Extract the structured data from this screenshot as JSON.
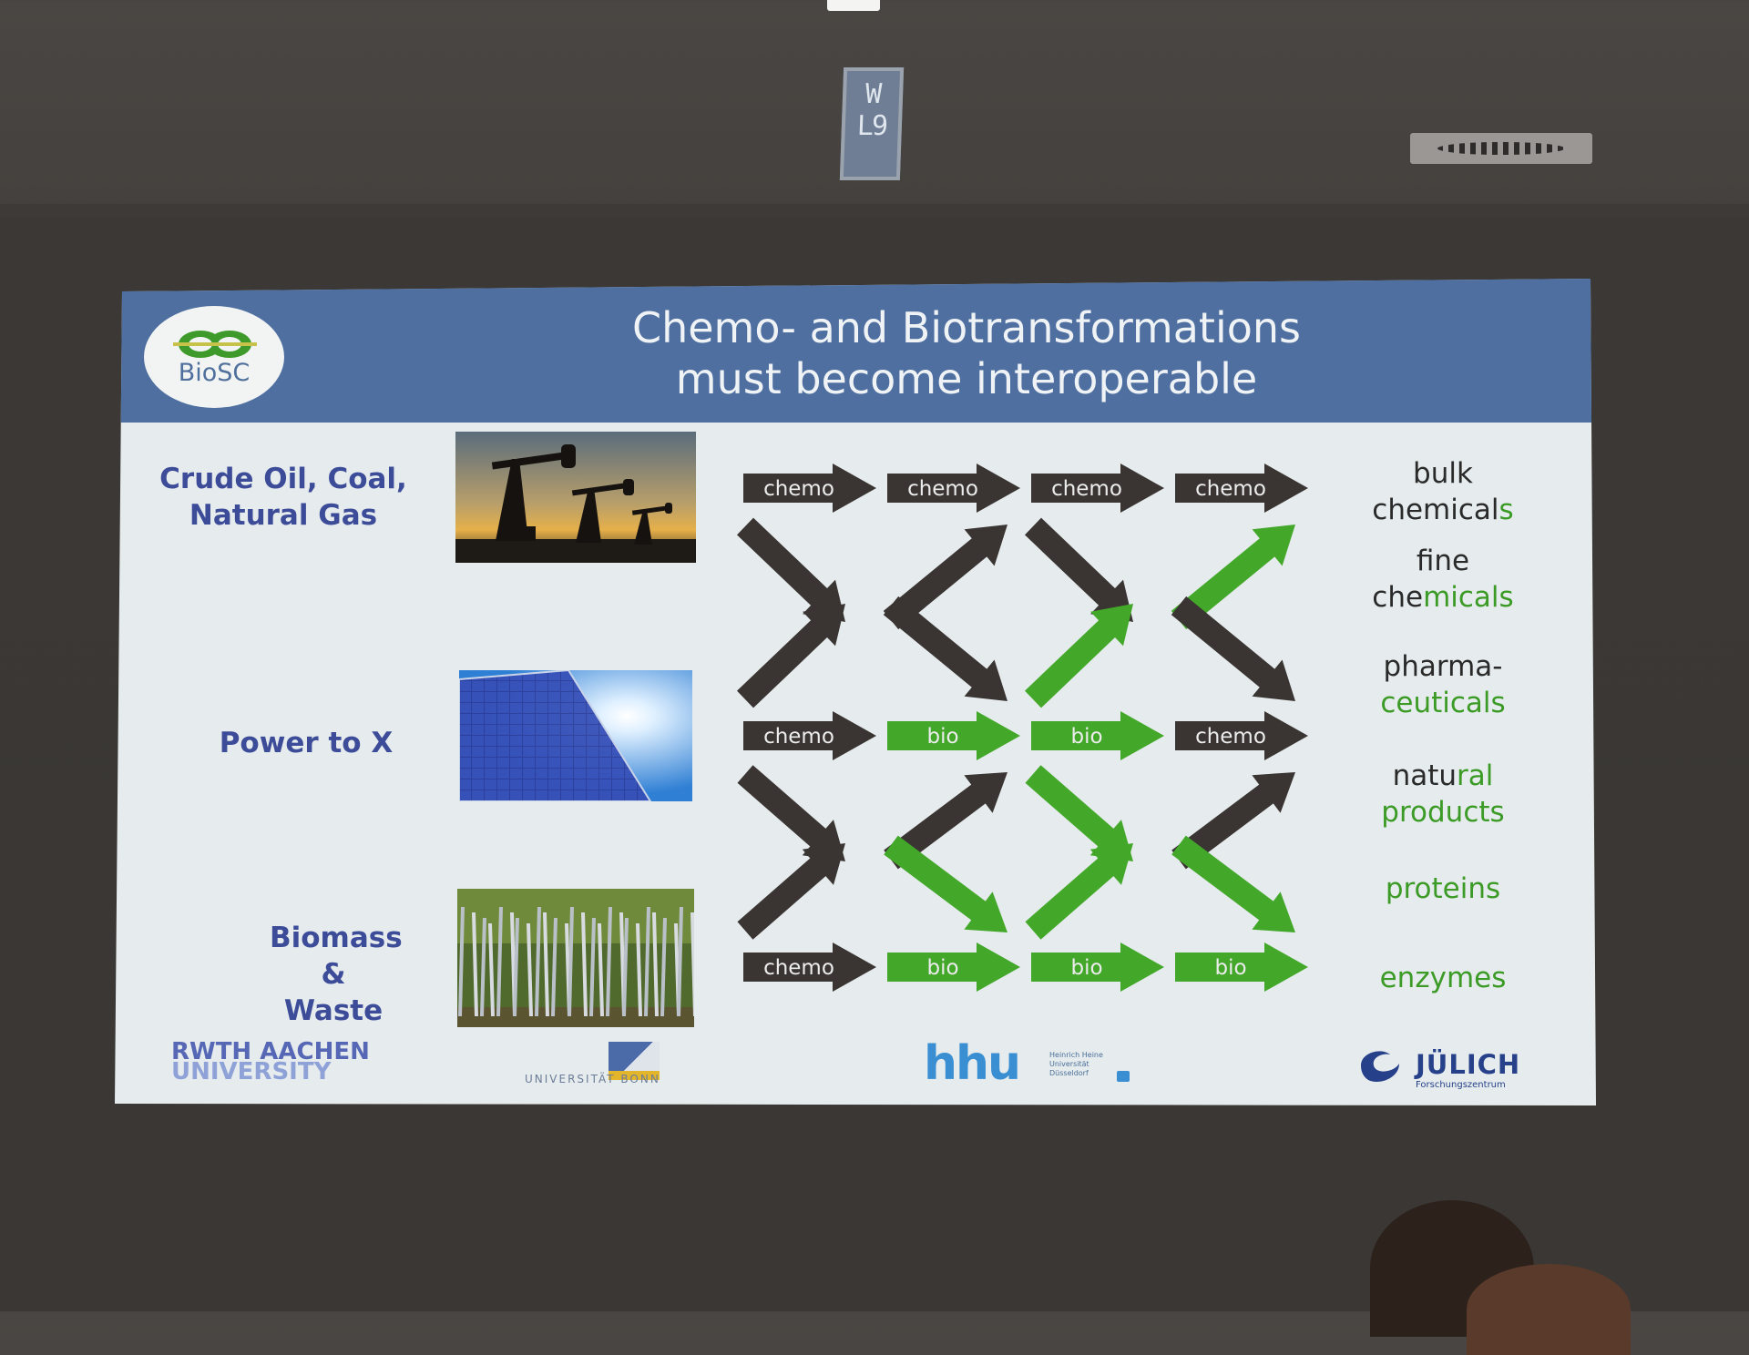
{
  "room": {
    "sign_text": "W\nL9"
  },
  "slide": {
    "logo": {
      "text": "BioSC"
    },
    "title_line1": "Chemo- and Biotransformations",
    "title_line2": "must become interoperable",
    "sources": [
      {
        "line1": "Crude Oil, Coal,",
        "line2": "Natural Gas",
        "image": "oil-pumpjacks-photo"
      },
      {
        "line1": "Power to X",
        "line2": "",
        "image": "solar-panel-photo"
      },
      {
        "line1": "Biomass",
        "line2": "& Waste",
        "image": "sugarcane-field-photo"
      }
    ],
    "rows": [
      [
        "chemo",
        "chemo",
        "chemo",
        "chemo"
      ],
      [
        "chemo",
        "bio",
        "bio",
        "chemo"
      ],
      [
        "chemo",
        "bio",
        "bio",
        "bio"
      ]
    ],
    "products": [
      {
        "parts": [
          "bulk",
          "chemical",
          "s"
        ]
      },
      {
        "parts": [
          "fine",
          "che",
          "micals"
        ]
      },
      {
        "parts": [
          "pharma-",
          "",
          "ceuticals"
        ]
      },
      {
        "parts": [
          "natu",
          "ral",
          "products"
        ]
      },
      {
        "text": "proteins"
      },
      {
        "text": "enzymes"
      }
    ],
    "colors": {
      "chemo": "#3a3533",
      "bio": "#43a82a",
      "header": "#4e6fa0",
      "source_text": "#3d4c99"
    },
    "partners": {
      "rwth_line1": "RWTH AACHEN",
      "rwth_line2": "UNIVERSITY",
      "bonn": "UNIVERSITÄT BONN",
      "hhu": "hhu",
      "hhu_small": "Heinrich Heine\nUniversität\nDüsseldorf",
      "juelich": "JÜLICH",
      "juelich_small": "Forschungszentrum"
    }
  }
}
